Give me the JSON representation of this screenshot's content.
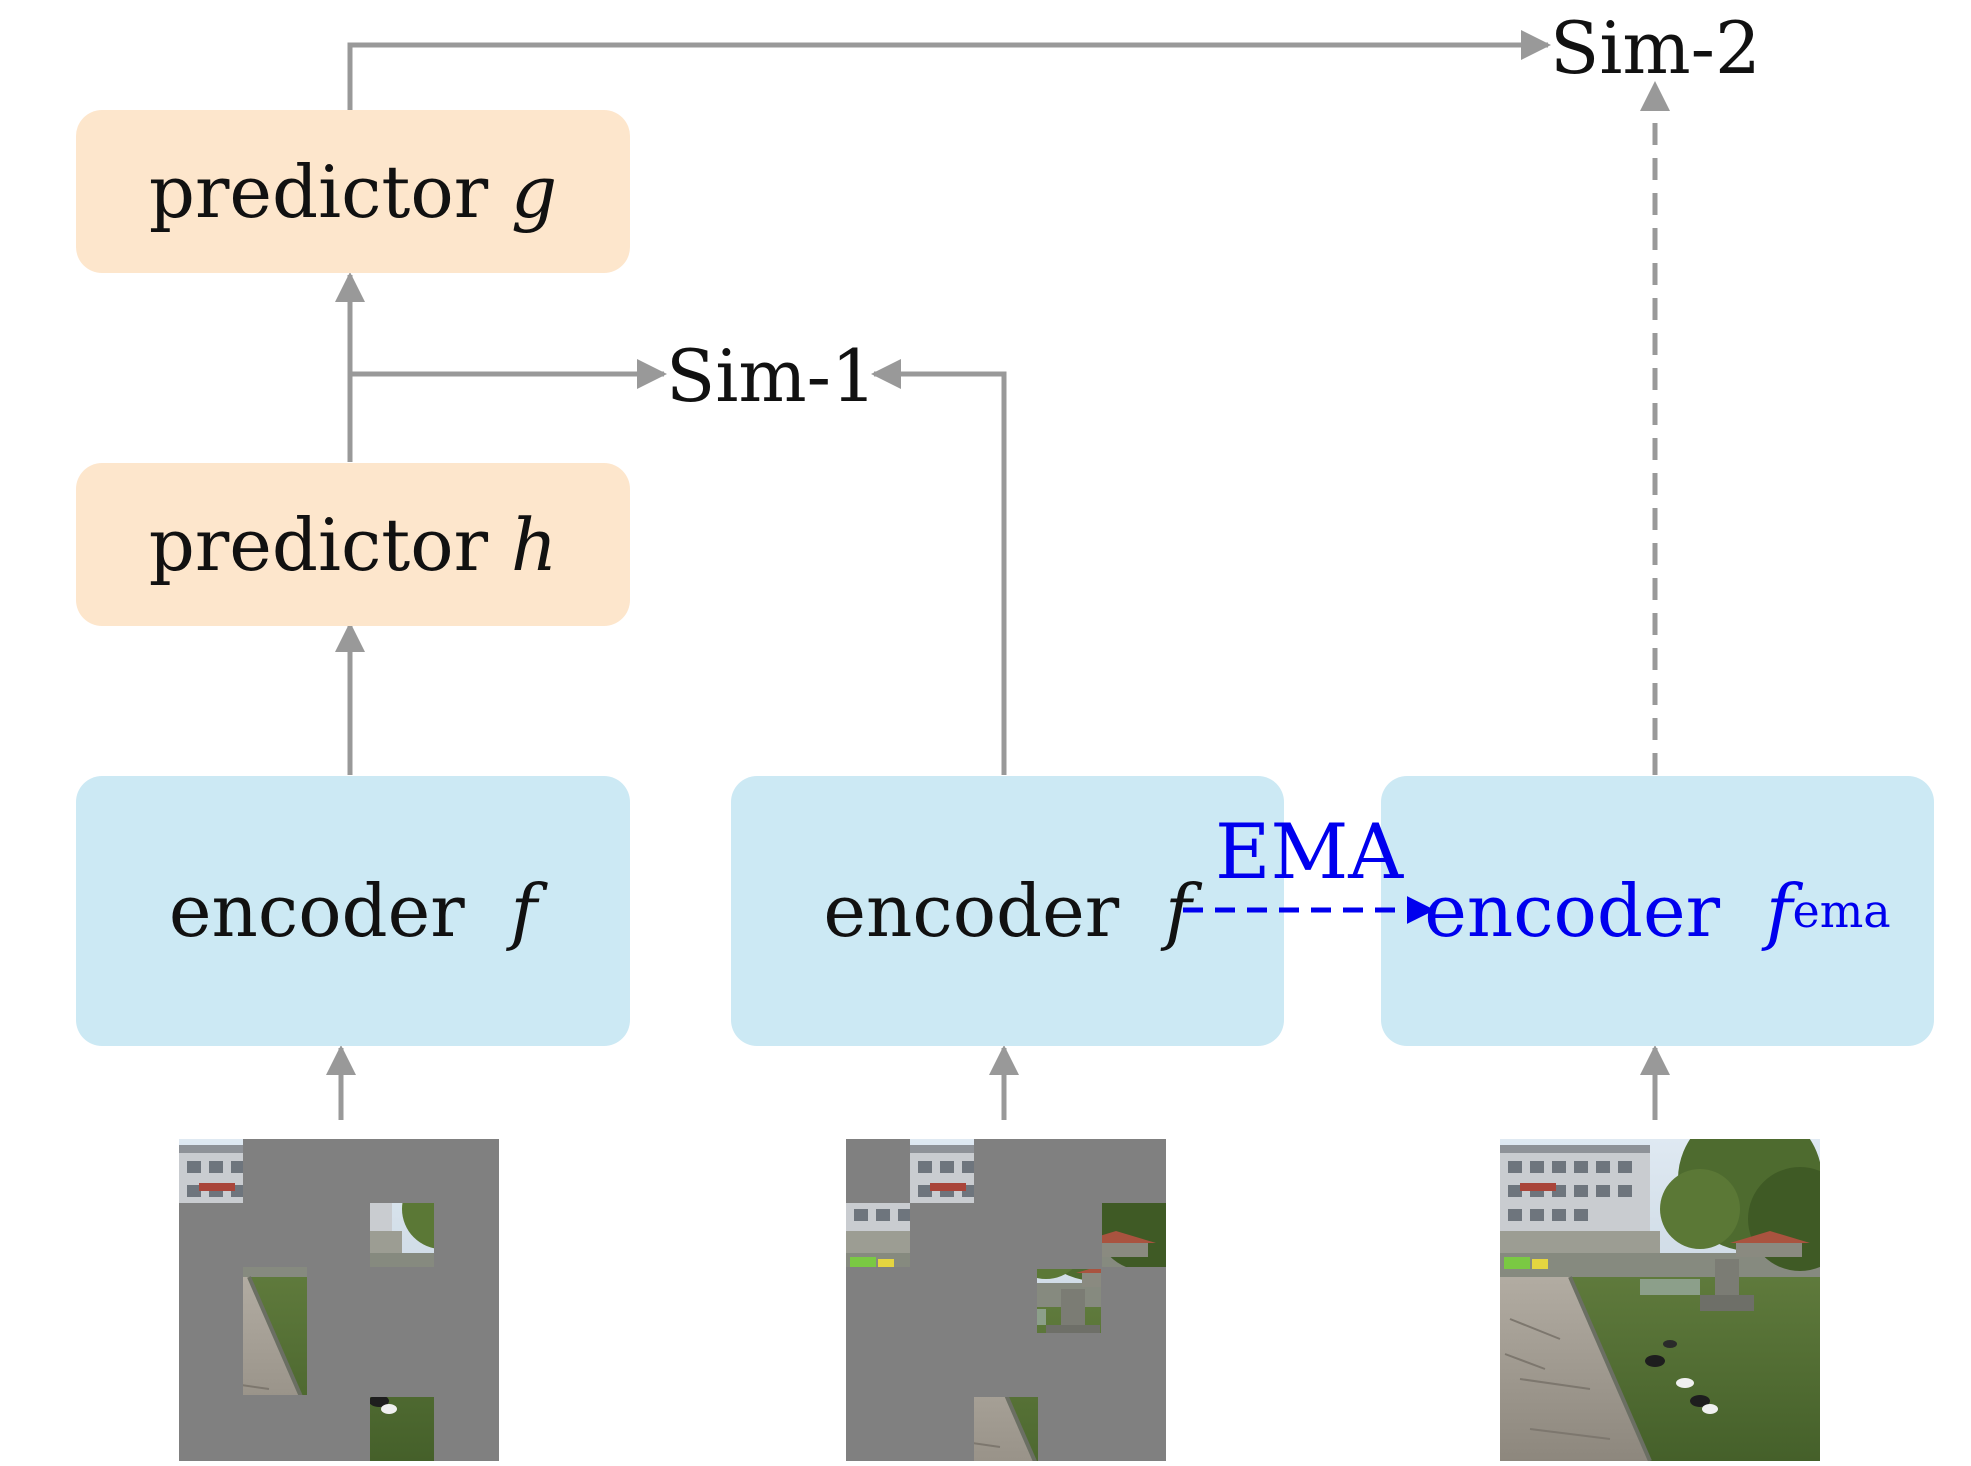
{
  "colors": {
    "encoder_fill": "#cce9f4",
    "predictor_fill": "#fde6cc",
    "arrow": "#999999",
    "ema": "#0000ee",
    "mask": "#808080"
  },
  "predictor_g": {
    "text": "predictor",
    "symbol": "g"
  },
  "predictor_h": {
    "text": "predictor",
    "symbol": "h"
  },
  "encoder_left": {
    "text": "encoder",
    "symbol": "f"
  },
  "encoder_mid": {
    "text": "encoder",
    "symbol": "f"
  },
  "encoder_right": {
    "text": "encoder",
    "symbol": "f",
    "subscript": "ema"
  },
  "sim1": "Sim-1",
  "sim2": "Sim-2",
  "ema_label": "EMA",
  "images": {
    "left": "masked-view-1",
    "middle": "masked-view-2",
    "right": "full-view"
  }
}
